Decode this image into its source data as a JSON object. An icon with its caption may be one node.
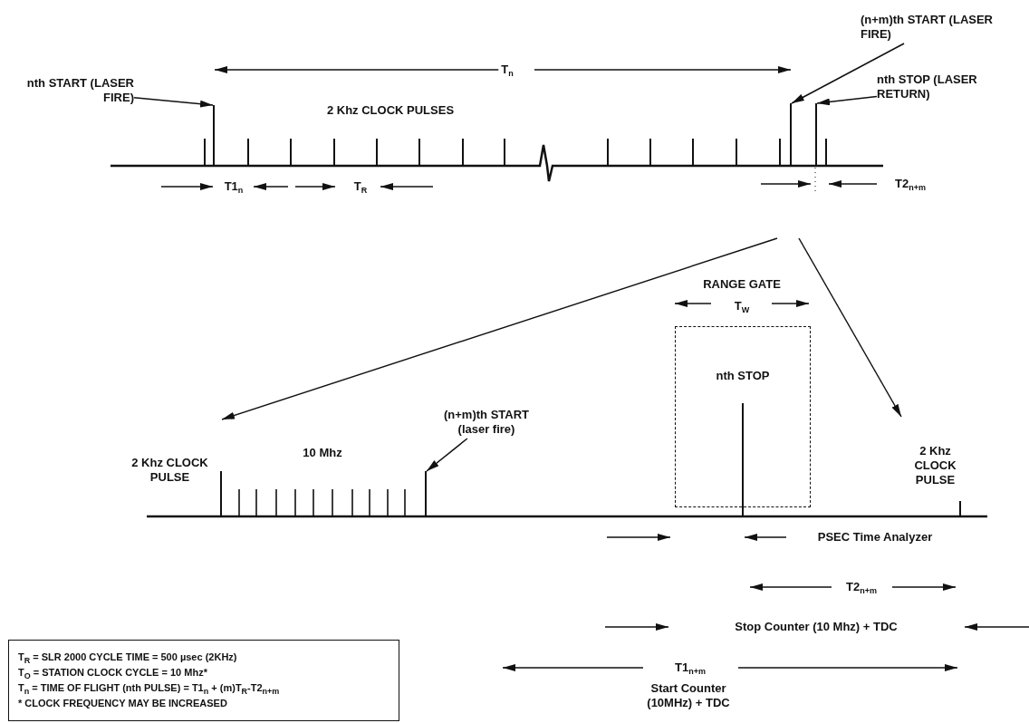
{
  "diagram": {
    "nodes": [
      {
        "text": [
          "nth START (LASER FIRE)"
        ]
      },
      {
        "text": [],
        "shape": "bar"
      },
      {
        "text": [
          "(n+m)th START (LASER FIRE)"
        ]
      },
      {
        "text": [],
        "shape": "bar"
      },
      {
        "text": [
          "nth STOP (LASER RETURN)"
        ]
      },
      {
        "text": [],
        "shape": "bar"
      },
      {
        "text": [
          "2 Khz CLOCK PULSE"
        ]
      },
      {
        "text": [
          "(n+m)th START (laser fire)"
        ]
      },
      {
        "text": [],
        "shape": "bar"
      },
      {
        "text": [
          "nth STOP"
        ]
      },
      {
        "text": [
          "2 Khz CLOCK PULSE"
        ]
      },
      {
        "text": [
          "T$_{R}$ = SLR 2000 CYCLE TIME = 500 µsec (2KHz)",
          "T$_{O}$ = STATION CLOCK CYCLE = 10 Mhz*",
          "T$_{n}$ = TIME OF FLIGHT (nth PULSE) = T1$_{n}$ + (m)T$_{R}$-T2$_{n+m}$",
          "* CLOCK FREQUENCY MAY BE INCREASED"
        ]
      }
    ],
    "edges": [
      {
        "from": 0,
        "to": 1,
        "arrow": "to"
      },
      {
        "from": 2,
        "to": 3,
        "arrow": "to"
      },
      {
        "from": 4,
        "to": 5,
        "arrow": "to"
      },
      {
        "from": 7,
        "to": 8,
        "arrow": "to"
      },
      {
        "from": null,
        "to": 6,
        "arrow": "to"
      },
      {
        "from": null,
        "to": 10,
        "arrow": "to"
      }
    ],
    "labels": [
      "T$_{n}$",
      "2 Khz CLOCK PULSES",
      "T1$_{n}$",
      "T$_{R}$",
      "T2$_{n+m}$",
      "RANGE GATE",
      "T$_{W}$",
      "10 Mhz",
      "PSEC Time Analyzer",
      "T2$_{n+m}$",
      "Stop Counter (10 Mhz) + TDC",
      "T1$_{n+m}$",
      "Start Counter (10MHz) + TDC"
    ]
  }
}
